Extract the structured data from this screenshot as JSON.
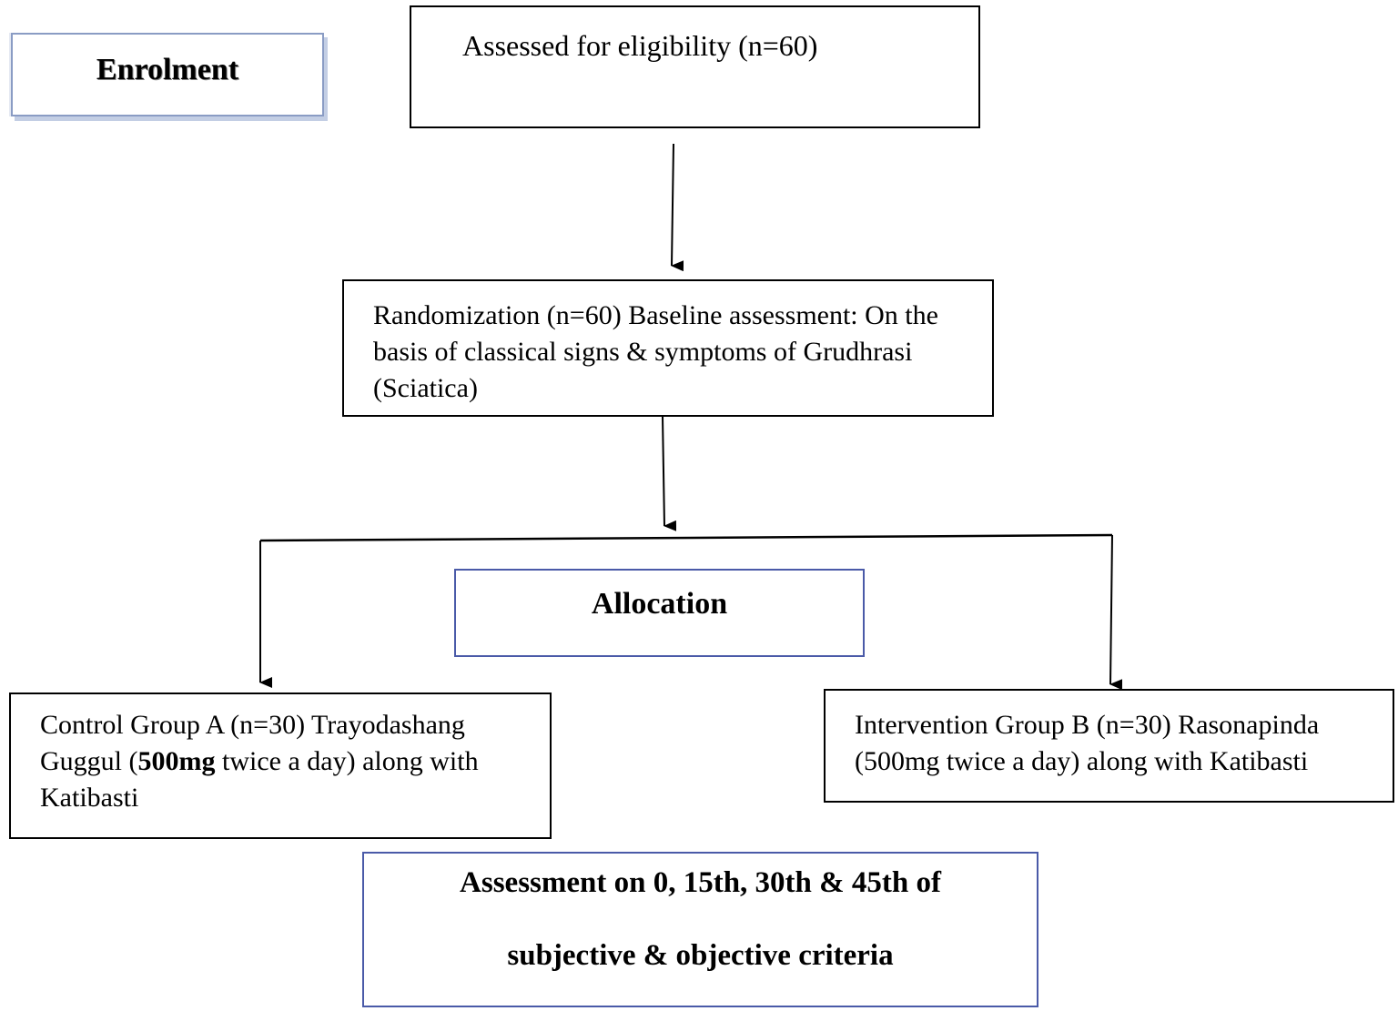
{
  "enrolment": {
    "label": "Enrolment"
  },
  "eligibility": {
    "text": "Assessed for eligibility (n=60)"
  },
  "randomization": {
    "text": "Randomization (n=60) Baseline assessment: On the basis of classical signs & symptoms of Grudhrasi (Sciatica)"
  },
  "allocation": {
    "label": "Allocation"
  },
  "group_a": {
    "part1": "Control Group A (n=30) Trayodashang Guggul (",
    "dose": "500mg",
    "part2": " twice a day) along with Katibasti"
  },
  "group_b": {
    "text": "Intervention Group B (n=30) Rasonapinda (500mg twice a day) along with Katibasti"
  },
  "assessment": {
    "line1": "Assessment on 0, 15th, 30th & 45th of",
    "line2": "subjective & objective criteria"
  },
  "colors": {
    "border": "#000000",
    "accent_border": "#4a5aa8",
    "enrolment_border": "#8a9cc4"
  }
}
